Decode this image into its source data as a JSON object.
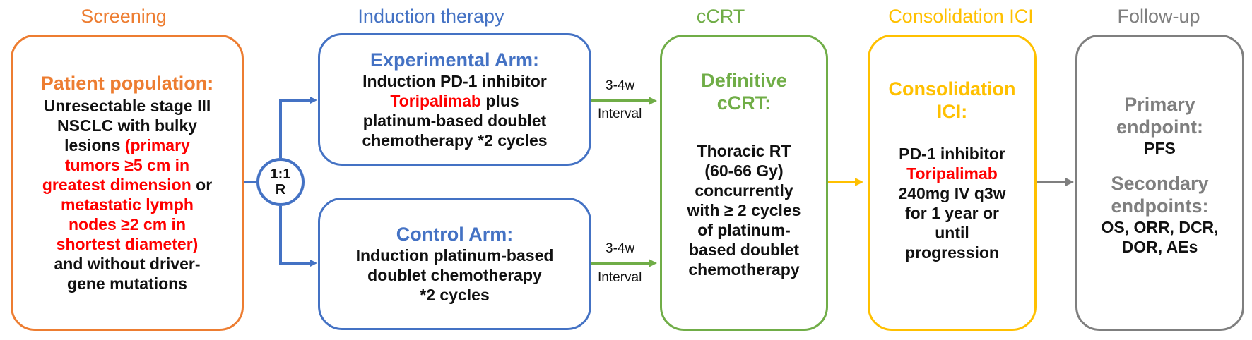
{
  "colors": {
    "screening": "#ed7d31",
    "induction": "#4472c4",
    "ccrt": "#70ad47",
    "consolidation": "#ffc000",
    "followup": "#7f7f7f",
    "highlight": "#ff0000"
  },
  "stages": {
    "screening": "Screening",
    "induction": "Induction therapy",
    "ccrt": "cCRT",
    "consolidation": "Consolidation ICI",
    "followup": "Follow-up"
  },
  "screening_box": {
    "heading": "Patient population:",
    "l1": "Unresectable stage III",
    "l2": "NSCLC with bulky",
    "l3a": "lesions ",
    "l3b": "(primary",
    "l4": "tumors ≥5 cm in",
    "l5a": "greatest dimension",
    "l5b": " or",
    "l6": "metastatic lymph",
    "l7": "nodes ≥2 cm in",
    "l8": "shortest diameter)",
    "l9": "and without driver-",
    "l10": "gene mutations"
  },
  "randomization": {
    "ratio": "1:1",
    "letter": "R"
  },
  "experimental_arm": {
    "heading": "Experimental Arm:",
    "l1": "Induction PD-1 inhibitor",
    "l2a": "Toripalimab",
    "l2b": " plus",
    "l3": "platinum-based doublet",
    "l4": "chemotherapy *2 cycles"
  },
  "control_arm": {
    "heading": "Control Arm:",
    "l1": "Induction platinum-based",
    "l2": "doublet chemotherapy",
    "l3": "*2 cycles"
  },
  "intervals": {
    "top_time": "3-4w",
    "top_label": "Interval",
    "bottom_time": "3-4w",
    "bottom_label": "Interval"
  },
  "ccrt_box": {
    "h1": "Definitive",
    "h2": "cCRT:",
    "l1": "Thoracic RT",
    "l2": "(60-66 Gy)",
    "l3": "concurrently",
    "l4": "with ≥ 2 cycles",
    "l5": "of platinum-",
    "l6": "based doublet",
    "l7": "chemotherapy"
  },
  "consolidation_box": {
    "h1": "Consolidation",
    "h2": "ICI:",
    "l1": "PD-1 inhibitor",
    "l2": "Toripalimab",
    "l3": "240mg IV q3w",
    "l4": "for 1 year or",
    "l5": "until",
    "l6": "progression"
  },
  "followup_box": {
    "primary_h1": "Primary",
    "primary_h2": "endpoint:",
    "primary_val": "PFS",
    "secondary_h1": "Secondary",
    "secondary_h2": "endpoints:",
    "secondary_l1": "OS, ORR, DCR,",
    "secondary_l2": "DOR, AEs"
  }
}
